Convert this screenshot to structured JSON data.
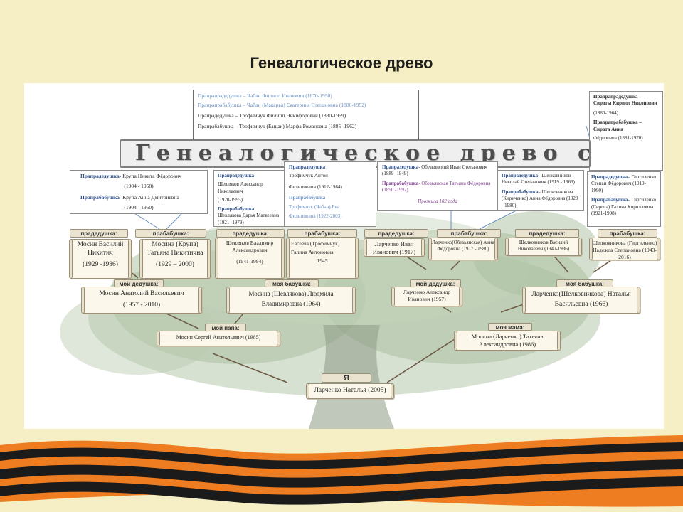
{
  "slide": {
    "title": "Генеалогическое древо"
  },
  "tree": {
    "banner_title": "Генеалогическое древо семьи",
    "top_center": {
      "l1": "Прапрапрадедушка – Чабан Филипп Иванович (1870-1950)",
      "l2": "Прапрапрабабушка – Чабан (Макарья) Екатерина Степановна (1880-1952)",
      "l3": "Прапрадедушка – Трофимчук Филипп Никифорович (1880-1959)",
      "l4": "Прапрабабушка – Трофимчук (Бащак) Марфа Романовна (1885 -1962)"
    },
    "top_right": {
      "l1": "Прапрапрадедушка - Сироты Кирилл Никонович",
      "l2": "(1880-1964)",
      "l3": "Прапрапрабабушка – Сирота Анна",
      "l4": "Фёдоровна (1881-1970)"
    },
    "great_gp_1": {
      "label1": "Прапрадедушка",
      "l1": "- Крупа Никита Фёдорович",
      "l2": "(1904 - 1958)",
      "label2": "Прапрабабушка",
      "l3": "- Крупа Анна Дмитриевна",
      "l4": "(1904 - 1960)"
    },
    "great_gp_2": {
      "label1": "Прапрадедушка",
      "l1": "Шевляков Александр Николаевич",
      "l2": "(1920-1995)",
      "label2": "Прапрабабушка",
      "l3": "Шевлякова Дарья Матвеевна (1921 -1979)"
    },
    "great_gp_3": {
      "label1": "Прапрадедушка",
      "l1": "Трофимчук Антон",
      "l2": "Филиппович (1912-1984)",
      "label2": "Прапрабабушка",
      "l3": "Трофимчук (Чабан) Ева",
      "l4": "Филипповна (1922-2003)"
    },
    "great_gp_4": {
      "label1": "Прапрадедушка",
      "l1": "- Обезьянский Иван Степанович (1889 -1949)",
      "label2": "Прапрабабушка",
      "l2": "- Обезьянская Татьяна Фёдоровна (1890 -1992)",
      "l3": "Прожила 102 года"
    },
    "great_gp_5": {
      "label1": "Прапрадедушка",
      "l1": "– Шелковников Николай Степанович (1919 - 1969)",
      "label2": "Прапрабабушка",
      "l2": "– Шелковникова (Кириченко) Анна Фёдоровна (1929 - 1980)"
    },
    "great_gp_6": {
      "label1": "Прапрадедушка",
      "l1": "– Гиргиленко Степан Фёдорович (1919-1990)",
      "label2": "Прапрабабушка",
      "l2": "– Гиргиленко (Сирота) Галина Кирилловна (1921-1998)"
    },
    "tags": {
      "pradedushka": "прадедушка:",
      "prababushka": "прабабушка:",
      "moy_dedushka": "мой дедушка:",
      "moya_babushka": "моя бабушка:",
      "moy_papa": "мой папа:",
      "moya_mama": "моя мама:",
      "ya": "Я"
    },
    "gen3": {
      "p1": {
        "name": "Мосин Василий Никитич",
        "years": "(1929 -1986)"
      },
      "p2": {
        "name": "Мосина (Крупа) Татьяна Никитична",
        "years": "(1929 – 2000)"
      },
      "p3": {
        "name": "Шевляков Владимир Александрович",
        "years": "(1941-1994)"
      },
      "p4": {
        "name": "Евсеева (Трофимчук) Галина Антоновна",
        "years": "1945"
      },
      "p5": {
        "name": "Ларченко Иван Иванович (1917)"
      },
      "p6": {
        "name": "Ларченко(Обезьянская) Анна Федоровна (1917 - 1980)"
      },
      "p7": {
        "name": "Шелковников Василий Николаевич (1940-1986)"
      },
      "p8": {
        "name": "Шелковникова (Гиргиленко) Надежда Степановна (1943-2016)"
      }
    },
    "gen2": {
      "p1": {
        "name": "Мосин Анатолий Васильевич",
        "years": "(1957 - 2010)"
      },
      "p2": {
        "name": "Мосина (Шевлякова) Людмила Владимировна (1964)"
      },
      "p3": {
        "name": "Ларченко Александр Иванович (1957)"
      },
      "p4": {
        "name": "Ларченко(Шелковникова) Наталья Васильевна (1966)"
      }
    },
    "gen1": {
      "father": {
        "name": "Мосин Сергей Анатольевич (1985)"
      },
      "mother": {
        "name": "Мосина (Ларченко) Татьяна Александровна (1986)"
      }
    },
    "me": {
      "name": "Ларченко Наталья (2005)"
    }
  },
  "colors": {
    "slide_background": "#f6efc6",
    "ribbon_orange": "#ee7d22",
    "ribbon_black": "#1b1b1b",
    "tree_green": "#9fb596",
    "link_blue": "#6a8fc2"
  }
}
